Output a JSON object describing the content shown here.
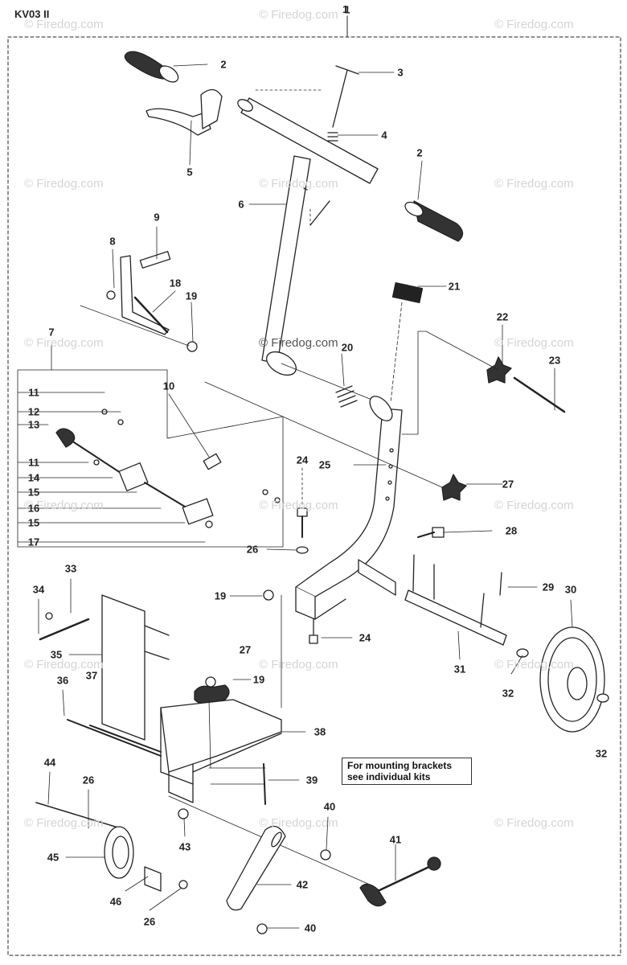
{
  "header": {
    "model": "KV03 II",
    "assembly_number": "1"
  },
  "watermark": "© Firedog.com",
  "note": {
    "line1": "For mounting brackets",
    "line2": "see individual kits"
  },
  "callouts": [
    {
      "id": "c1",
      "text": "1"
    },
    {
      "id": "c2a",
      "text": "2"
    },
    {
      "id": "c2b",
      "text": "2"
    },
    {
      "id": "c3",
      "text": "3"
    },
    {
      "id": "c4",
      "text": "4"
    },
    {
      "id": "c5",
      "text": "5"
    },
    {
      "id": "c6",
      "text": "6"
    },
    {
      "id": "c7",
      "text": "7"
    },
    {
      "id": "c8",
      "text": "8"
    },
    {
      "id": "c9",
      "text": "9"
    },
    {
      "id": "c10",
      "text": "10"
    },
    {
      "id": "c11a",
      "text": "11"
    },
    {
      "id": "c11b",
      "text": "11"
    },
    {
      "id": "c12",
      "text": "12"
    },
    {
      "id": "c13",
      "text": "13"
    },
    {
      "id": "c14",
      "text": "14"
    },
    {
      "id": "c15a",
      "text": "15"
    },
    {
      "id": "c15b",
      "text": "15"
    },
    {
      "id": "c16",
      "text": "16"
    },
    {
      "id": "c17",
      "text": "17"
    },
    {
      "id": "c18",
      "text": "18"
    },
    {
      "id": "c19a",
      "text": "19"
    },
    {
      "id": "c19b",
      "text": "19"
    },
    {
      "id": "c19c",
      "text": "19"
    },
    {
      "id": "c20",
      "text": "20"
    },
    {
      "id": "c21",
      "text": "21"
    },
    {
      "id": "c22",
      "text": "22"
    },
    {
      "id": "c23",
      "text": "23"
    },
    {
      "id": "c24a",
      "text": "24"
    },
    {
      "id": "c24b",
      "text": "24"
    },
    {
      "id": "c25",
      "text": "25"
    },
    {
      "id": "c26a",
      "text": "26"
    },
    {
      "id": "c26b",
      "text": "26"
    },
    {
      "id": "c26c",
      "text": "26"
    },
    {
      "id": "c27a",
      "text": "27"
    },
    {
      "id": "c27b",
      "text": "27"
    },
    {
      "id": "c28",
      "text": "28"
    },
    {
      "id": "c29",
      "text": "29"
    },
    {
      "id": "c30",
      "text": "30"
    },
    {
      "id": "c31",
      "text": "31"
    },
    {
      "id": "c32a",
      "text": "32"
    },
    {
      "id": "c32b",
      "text": "32"
    },
    {
      "id": "c33",
      "text": "33"
    },
    {
      "id": "c34",
      "text": "34"
    },
    {
      "id": "c35",
      "text": "35"
    },
    {
      "id": "c36",
      "text": "36"
    },
    {
      "id": "c37",
      "text": "37"
    },
    {
      "id": "c38",
      "text": "38"
    },
    {
      "id": "c39",
      "text": "39"
    },
    {
      "id": "c40a",
      "text": "40"
    },
    {
      "id": "c40b",
      "text": "40"
    },
    {
      "id": "c41",
      "text": "41"
    },
    {
      "id": "c42",
      "text": "42"
    },
    {
      "id": "c43",
      "text": "43"
    },
    {
      "id": "c44",
      "text": "44"
    },
    {
      "id": "c45",
      "text": "45"
    },
    {
      "id": "c46",
      "text": "46"
    }
  ]
}
